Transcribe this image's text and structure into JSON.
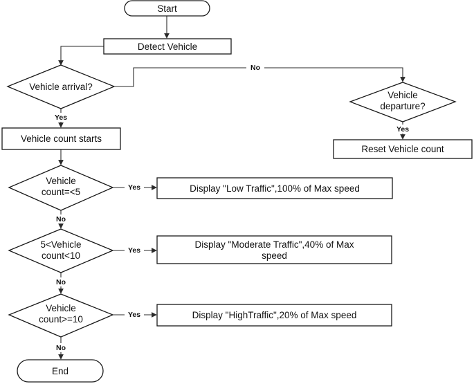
{
  "diagram": {
    "nodes": {
      "start": "Start",
      "detect": "Detect Vehicle",
      "arrival": "Vehicle arrival?",
      "departure": [
        "Vehicle",
        "departure?"
      ],
      "count_starts": "Vehicle count starts",
      "reset": "Reset Vehicle count",
      "cond_low": [
        "Vehicle",
        "count=<5"
      ],
      "low": "Display \"Low Traffic\",100% of Max speed",
      "cond_mod": [
        "5<Vehicle",
        "count<10"
      ],
      "moderate": [
        "Display \"Moderate Traffic\",40% of Max",
        "speed"
      ],
      "cond_high": [
        "Vehicle",
        "count>=10"
      ],
      "high": "Display \"HighTraffic\",20% of Max speed",
      "end": "End"
    },
    "edge_labels": {
      "arrival_no": "No",
      "arrival_yes": "Yes",
      "departure_yes": "Yes",
      "low_yes": "Yes",
      "low_no": "No",
      "mod_yes": "Yes",
      "mod_no": "No",
      "high_yes": "Yes",
      "high_no": "No"
    }
  }
}
